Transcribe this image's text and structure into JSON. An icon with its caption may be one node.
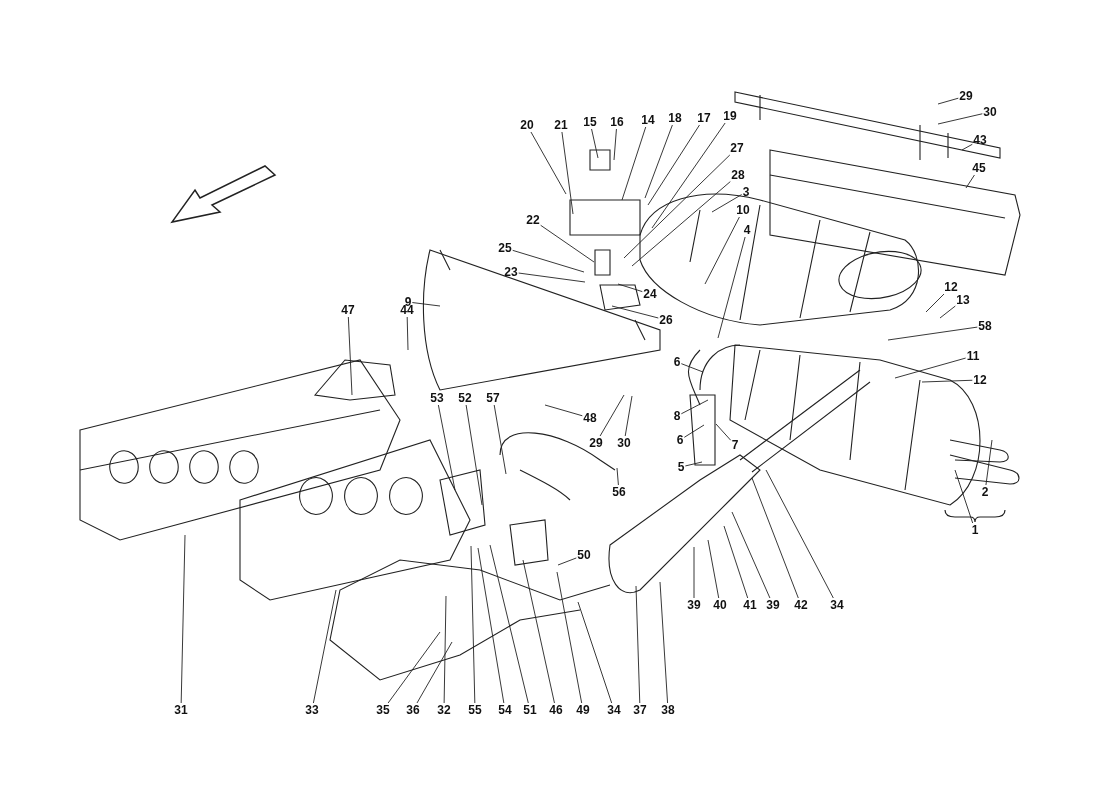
{
  "diagram": {
    "nodes": [
      {
        "text": [
          "20"
        ]
      },
      {
        "text": [
          "21"
        ]
      },
      {
        "text": [
          "15"
        ]
      },
      {
        "text": [
          "16"
        ]
      },
      {
        "text": [
          "14"
        ]
      },
      {
        "text": [
          "18"
        ]
      },
      {
        "text": [
          "17"
        ]
      },
      {
        "text": [
          "19"
        ]
      },
      {
        "text": [
          "29"
        ]
      },
      {
        "text": [
          "30"
        ]
      },
      {
        "text": [
          "43"
        ]
      },
      {
        "text": [
          "45"
        ]
      },
      {
        "text": [
          "27"
        ]
      },
      {
        "text": [
          "28"
        ]
      },
      {
        "text": [
          "3"
        ]
      },
      {
        "text": [
          "10"
        ]
      },
      {
        "text": [
          "4"
        ]
      },
      {
        "text": [
          "22"
        ]
      },
      {
        "text": [
          "25"
        ]
      },
      {
        "text": [
          "23"
        ]
      },
      {
        "text": [
          "24"
        ]
      },
      {
        "text": [
          "26"
        ]
      },
      {
        "text": [
          "9"
        ]
      },
      {
        "text": [
          "12"
        ]
      },
      {
        "text": [
          "13"
        ]
      },
      {
        "text": [
          "47"
        ]
      },
      {
        "text": [
          "44"
        ]
      },
      {
        "text": [
          "58"
        ]
      },
      {
        "text": [
          "11"
        ]
      },
      {
        "text": [
          "12"
        ]
      },
      {
        "text": [
          "6"
        ]
      },
      {
        "text": [
          "8"
        ]
      },
      {
        "text": [
          "6"
        ]
      },
      {
        "text": [
          "7"
        ]
      },
      {
        "text": [
          "5"
        ]
      },
      {
        "text": [
          "53"
        ]
      },
      {
        "text": [
          "52"
        ]
      },
      {
        "text": [
          "57"
        ]
      },
      {
        "text": [
          "48"
        ]
      },
      {
        "text": [
          "29"
        ]
      },
      {
        "text": [
          "30"
        ]
      },
      {
        "text": [
          "56"
        ]
      },
      {
        "text": [
          "2"
        ]
      },
      {
        "text": [
          "1"
        ]
      },
      {
        "text": [
          "50"
        ]
      },
      {
        "text": [
          "39"
        ]
      },
      {
        "text": [
          "40"
        ]
      },
      {
        "text": [
          "41"
        ]
      },
      {
        "text": [
          "39"
        ]
      },
      {
        "text": [
          "42"
        ]
      },
      {
        "text": [
          "34"
        ]
      },
      {
        "text": [
          "31"
        ]
      },
      {
        "text": [
          "33"
        ]
      },
      {
        "text": [
          "35"
        ]
      },
      {
        "text": [
          "36"
        ]
      },
      {
        "text": [
          "32"
        ]
      },
      {
        "text": [
          "55"
        ]
      },
      {
        "text": [
          "54"
        ]
      },
      {
        "text": [
          "51"
        ]
      },
      {
        "text": [
          "46"
        ]
      },
      {
        "text": [
          "49"
        ]
      },
      {
        "text": [
          "34"
        ]
      },
      {
        "text": [
          "37"
        ]
      },
      {
        "text": [
          "38"
        ]
      }
    ],
    "edges": [
      {
        "from": 0,
        "to": null,
        "arrow": "none"
      },
      {
        "from": 1,
        "to": null,
        "arrow": "none"
      },
      {
        "from": 2,
        "to": null,
        "arrow": "none"
      },
      {
        "from": 3,
        "to": null,
        "arrow": "none"
      },
      {
        "from": 4,
        "to": null,
        "arrow": "none"
      },
      {
        "from": 5,
        "to": null,
        "arrow": "none"
      },
      {
        "from": 6,
        "to": null,
        "arrow": "none"
      },
      {
        "from": 7,
        "to": null,
        "arrow": "none"
      },
      {
        "from": 8,
        "to": null,
        "arrow": "none"
      },
      {
        "from": 9,
        "to": null,
        "arrow": "none"
      },
      {
        "from": 10,
        "to": null,
        "arrow": "none"
      },
      {
        "from": 11,
        "to": null,
        "arrow": "none"
      },
      {
        "from": 12,
        "to": null,
        "arrow": "none"
      },
      {
        "from": 13,
        "to": null,
        "arrow": "none"
      },
      {
        "from": 14,
        "to": null,
        "arrow": "none"
      },
      {
        "from": 15,
        "to": null,
        "arrow": "none"
      },
      {
        "from": 16,
        "to": null,
        "arrow": "none"
      },
      {
        "from": 17,
        "to": null,
        "arrow": "none"
      },
      {
        "from": 18,
        "to": null,
        "arrow": "none"
      },
      {
        "from": 19,
        "to": null,
        "arrow": "none"
      },
      {
        "from": 20,
        "to": null,
        "arrow": "none"
      },
      {
        "from": 21,
        "to": null,
        "arrow": "none"
      },
      {
        "from": 22,
        "to": null,
        "arrow": "none"
      },
      {
        "from": 23,
        "to": null,
        "arrow": "none"
      },
      {
        "from": 24,
        "to": null,
        "arrow": "none"
      },
      {
        "from": 25,
        "to": null,
        "arrow": "none"
      },
      {
        "from": 26,
        "to": null,
        "arrow": "none"
      },
      {
        "from": 27,
        "to": null,
        "arrow": "none"
      },
      {
        "from": 28,
        "to": null,
        "arrow": "none"
      },
      {
        "from": 29,
        "to": null,
        "arrow": "none"
      },
      {
        "from": 30,
        "to": null,
        "arrow": "none"
      },
      {
        "from": 31,
        "to": null,
        "arrow": "none"
      },
      {
        "from": 32,
        "to": null,
        "arrow": "none"
      },
      {
        "from": 33,
        "to": null,
        "arrow": "none"
      },
      {
        "from": 34,
        "to": null,
        "arrow": "none"
      },
      {
        "from": 35,
        "to": null,
        "arrow": "none"
      },
      {
        "from": 36,
        "to": null,
        "arrow": "none"
      },
      {
        "from": 37,
        "to": null,
        "arrow": "none"
      },
      {
        "from": 38,
        "to": null,
        "arrow": "none"
      },
      {
        "from": 39,
        "to": null,
        "arrow": "none"
      },
      {
        "from": 40,
        "to": null,
        "arrow": "none"
      },
      {
        "from": 41,
        "to": null,
        "arrow": "none"
      },
      {
        "from": 42,
        "to": null,
        "arrow": "none"
      },
      {
        "from": 43,
        "to": null,
        "arrow": "none"
      },
      {
        "from": 44,
        "to": null,
        "arrow": "none"
      },
      {
        "from": 45,
        "to": null,
        "arrow": "none"
      },
      {
        "from": 46,
        "to": null,
        "arrow": "none"
      },
      {
        "from": 47,
        "to": null,
        "arrow": "none"
      },
      {
        "from": 48,
        "to": null,
        "arrow": "none"
      },
      {
        "from": 49,
        "to": null,
        "arrow": "none"
      },
      {
        "from": 50,
        "to": null,
        "arrow": "none"
      },
      {
        "from": 51,
        "to": null,
        "arrow": "none"
      },
      {
        "from": 52,
        "to": null,
        "arrow": "none"
      },
      {
        "from": 53,
        "to": null,
        "arrow": "none"
      },
      {
        "from": 54,
        "to": null,
        "arrow": "none"
      },
      {
        "from": 55,
        "to": null,
        "arrow": "none"
      },
      {
        "from": 56,
        "to": null,
        "arrow": "none"
      },
      {
        "from": 57,
        "to": null,
        "arrow": "none"
      },
      {
        "from": 58,
        "to": null,
        "arrow": "none"
      },
      {
        "from": 59,
        "to": null,
        "arrow": "none"
      },
      {
        "from": 60,
        "to": null,
        "arrow": "none"
      },
      {
        "from": 61,
        "to": null,
        "arrow": "none"
      },
      {
        "from": 62,
        "to": null,
        "arrow": "none"
      },
      {
        "from": 63,
        "to": null,
        "arrow": "none"
      }
    ]
  }
}
